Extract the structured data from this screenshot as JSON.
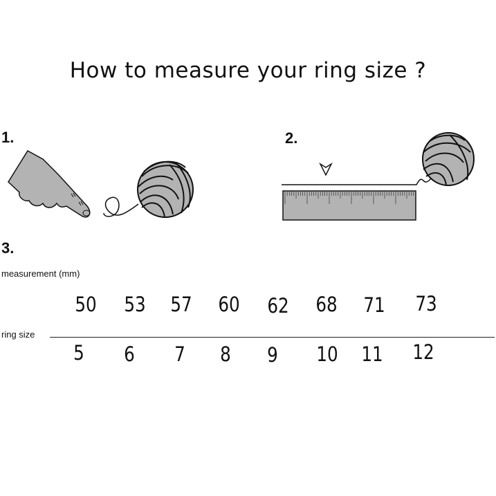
{
  "title": "How to measure your ring size ?",
  "steps": [
    "1.",
    "2.",
    "3."
  ],
  "table": {
    "measurement_label": "measurement (mm)",
    "ring_size_label": "ring size",
    "measurements": [
      "50",
      "53",
      "57",
      "60",
      "62",
      "68",
      "71",
      "73"
    ],
    "sizes": [
      "5",
      "6",
      "7",
      "8",
      "9",
      "10",
      "11",
      "12"
    ]
  },
  "colors": {
    "illustration_fill": "#b3b3b3",
    "ink": "#111111"
  }
}
